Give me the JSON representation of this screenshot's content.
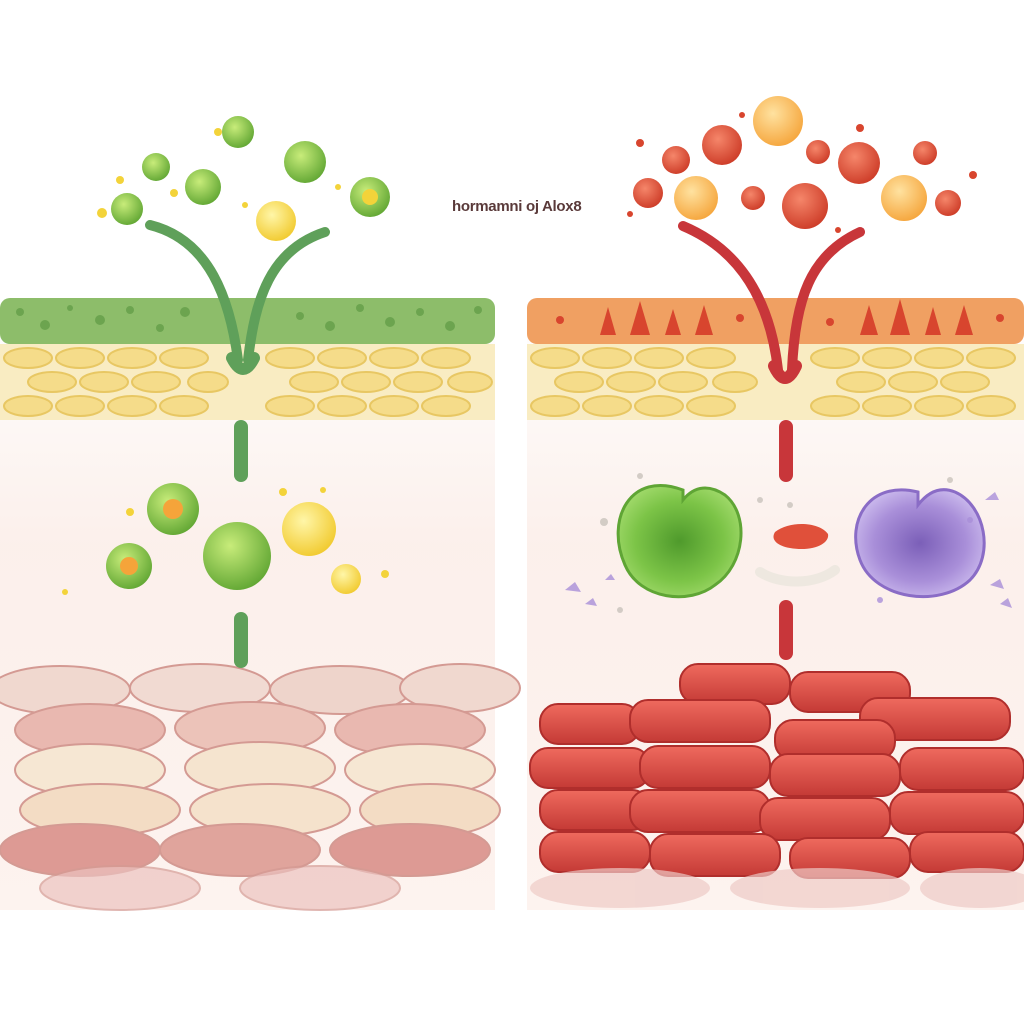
{
  "caption": "hormamni oj Alox8",
  "panels": [
    {
      "id": "left",
      "theme": "healthy",
      "colors": {
        "particle_primary": "#86c443",
        "particle_accent": "#f3d33a",
        "stem": "#5fa05a",
        "surface_layer": "#8dbd6a",
        "fat_layer": "#f5e2a0",
        "muscle_layer": "#e8bfb4"
      }
    },
    {
      "id": "right",
      "theme": "inflamed",
      "colors": {
        "particle_primary": "#e0503a",
        "particle_accent": "#f7b84a",
        "stem": "#c8363a",
        "surface_layer": "#ee9a52",
        "fat_layer": "#f5e2a0",
        "muscle_layer": "#d44444",
        "cell_green": "#7cc447",
        "cell_purple": "#a98fd9"
      }
    }
  ]
}
